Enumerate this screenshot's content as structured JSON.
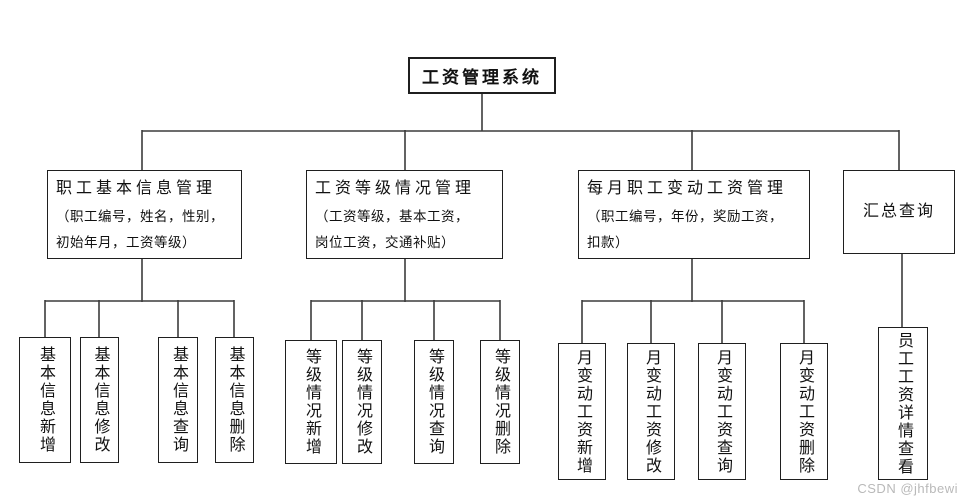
{
  "colors": {
    "background": "#ffffff",
    "line": "#3c3c3c",
    "box_border": "#1f1f1f",
    "text": "#111111",
    "watermark_text": "#b9b9b9"
  },
  "watermark": {
    "text": "CSDN @jhfbewi"
  },
  "tree": {
    "root": {
      "label": "工资管理系统"
    },
    "branches": [
      {
        "title": "职工基本信息管理",
        "details": [
          "（职工编号，姓名，性别，",
          "初始年月，工资等级）"
        ],
        "children": [
          "基本信息新增",
          "基本信息修改",
          "基本信息查询",
          "基本信息删除"
        ]
      },
      {
        "title": "工资等级情况管理",
        "details": [
          "（工资等级，基本工资，",
          "岗位工资，交通补贴）"
        ],
        "children": [
          "等级情况新增",
          "等级情况修改",
          "等级情况查询",
          "等级情况删除"
        ]
      },
      {
        "title": "每月职工变动工资管理",
        "details": [
          "（职工编号，年份，奖励工资，",
          "扣款）"
        ],
        "children": [
          "月变动工资新增",
          "月变动工资修改",
          "月变动工资查询",
          "月变动工资删除"
        ]
      },
      {
        "title": "汇总查询",
        "details": [],
        "children": [
          "员工工资详情查看"
        ]
      }
    ]
  }
}
